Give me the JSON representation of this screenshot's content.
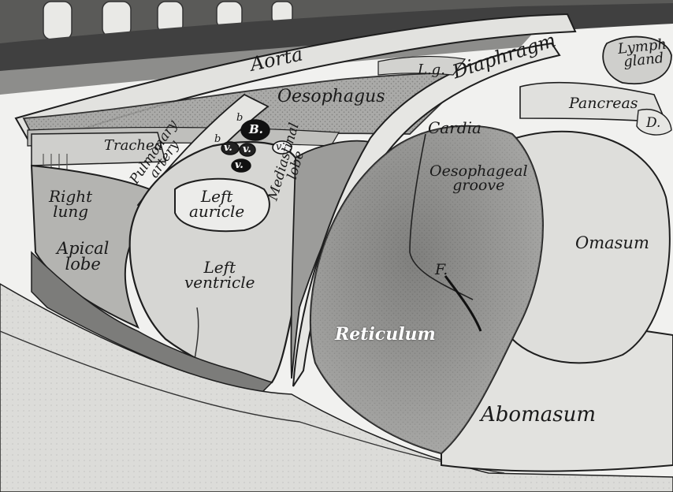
{
  "figure": {
    "labels": {
      "aorta": "Aorta",
      "oesophagus": "Oesophagus",
      "lg": "L.g.",
      "diaphragm": "Diaphragm",
      "lymph_gland_1": "Lymph",
      "lymph_gland_2": "gland",
      "pancreas": "Pancreas",
      "d": "D.",
      "trachea": "Trachea",
      "cardia": "Cardia",
      "pulmonary_artery_1": "Pulmonary",
      "pulmonary_artery_2": "artery",
      "b1": "b",
      "b2": "b",
      "B": "B.",
      "v1": "v.",
      "v2": "v.",
      "v3": "v.",
      "v4": "v.",
      "mediastinal_lobe_1": "Mediastinal",
      "mediastinal_lobe_2": "lobe",
      "oesophageal_groove_1": "Oesophageal",
      "oesophageal_groove_2": "groove",
      "right_lung_1": "Right",
      "right_lung_2": "lung",
      "left_auricle_1": "Left",
      "left_auricle_2": "auricle",
      "apical_lobe_1": "Apical",
      "apical_lobe_2": "lobe",
      "left_ventricle_1": "Left",
      "left_ventricle_2": "ventricle",
      "omasum": "Omasum",
      "f": "F.",
      "reticulum": "Reticulum",
      "abomasum": "Abomasum"
    },
    "colors": {
      "background": "#f4f4f2",
      "outline": "#1e1e1e",
      "dark_fill": "#3a3a3a",
      "mid_fill": "#8c8c8c",
      "light_fill": "#d9d9d6",
      "reticulum_fill": "#9a9a98"
    }
  }
}
